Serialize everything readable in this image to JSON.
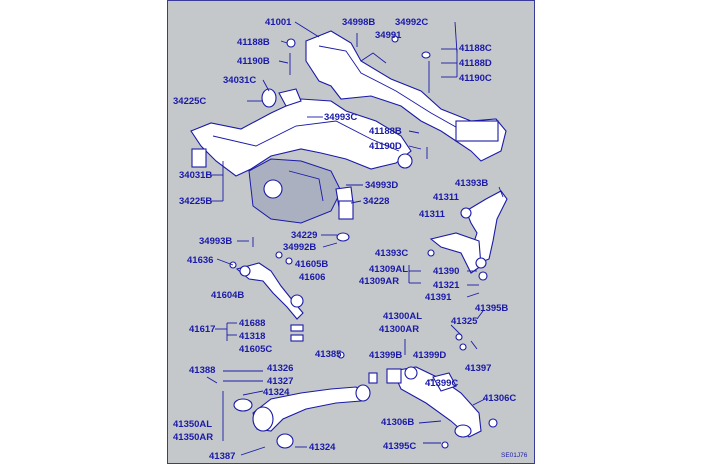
{
  "labels": {
    "l41001": "41001",
    "l34998b": "34998B",
    "l34992c": "34992C",
    "l41188b_a": "41188B",
    "l34991": "34991",
    "l41188c": "41188C",
    "l41190b": "41190B",
    "l41188d": "41188D",
    "l41190c": "41190C",
    "l34031c": "34031C",
    "l34225c": "34225C",
    "l34993c": "34993C",
    "l41188b_b": "41188B",
    "l41190d": "41190D",
    "l34031b": "34031B",
    "l34225b": "34225B",
    "l34993d": "34993D",
    "l41393b": "41393B",
    "l41311_a": "41311",
    "l34228": "34228",
    "l41311_b": "41311",
    "l34229": "34229",
    "l34993b": "34993B",
    "l34992b": "34992B",
    "l41393c": "41393C",
    "l41636": "41636",
    "l41605b": "41605B",
    "l41309al": "41309AL",
    "l41390": "41390",
    "l41606": "41606",
    "l41309ar": "41309AR",
    "l41321": "41321",
    "l41604b": "41604B",
    "l41391": "41391",
    "l41395b": "41395B",
    "l41300al": "41300AL",
    "l41688": "41688",
    "l41300ar": "41300AR",
    "l41325": "41325",
    "l41617": "41617",
    "l41318": "41318",
    "l41605c": "41605C",
    "l41385": "41385",
    "l41399b": "41399B",
    "l41399d": "41399D",
    "l41326": "41326",
    "l41397": "41397",
    "l41388": "41388",
    "l41327": "41327",
    "l41399c": "41399C",
    "l41324_a": "41324",
    "l41306b": "41306B",
    "l41306c": "41306C",
    "l41350al": "41350AL",
    "l41350ar": "41350AR",
    "l41324_b": "41324",
    "l41395c": "41395C",
    "l41387": "41387",
    "ref": "SE01J76"
  }
}
